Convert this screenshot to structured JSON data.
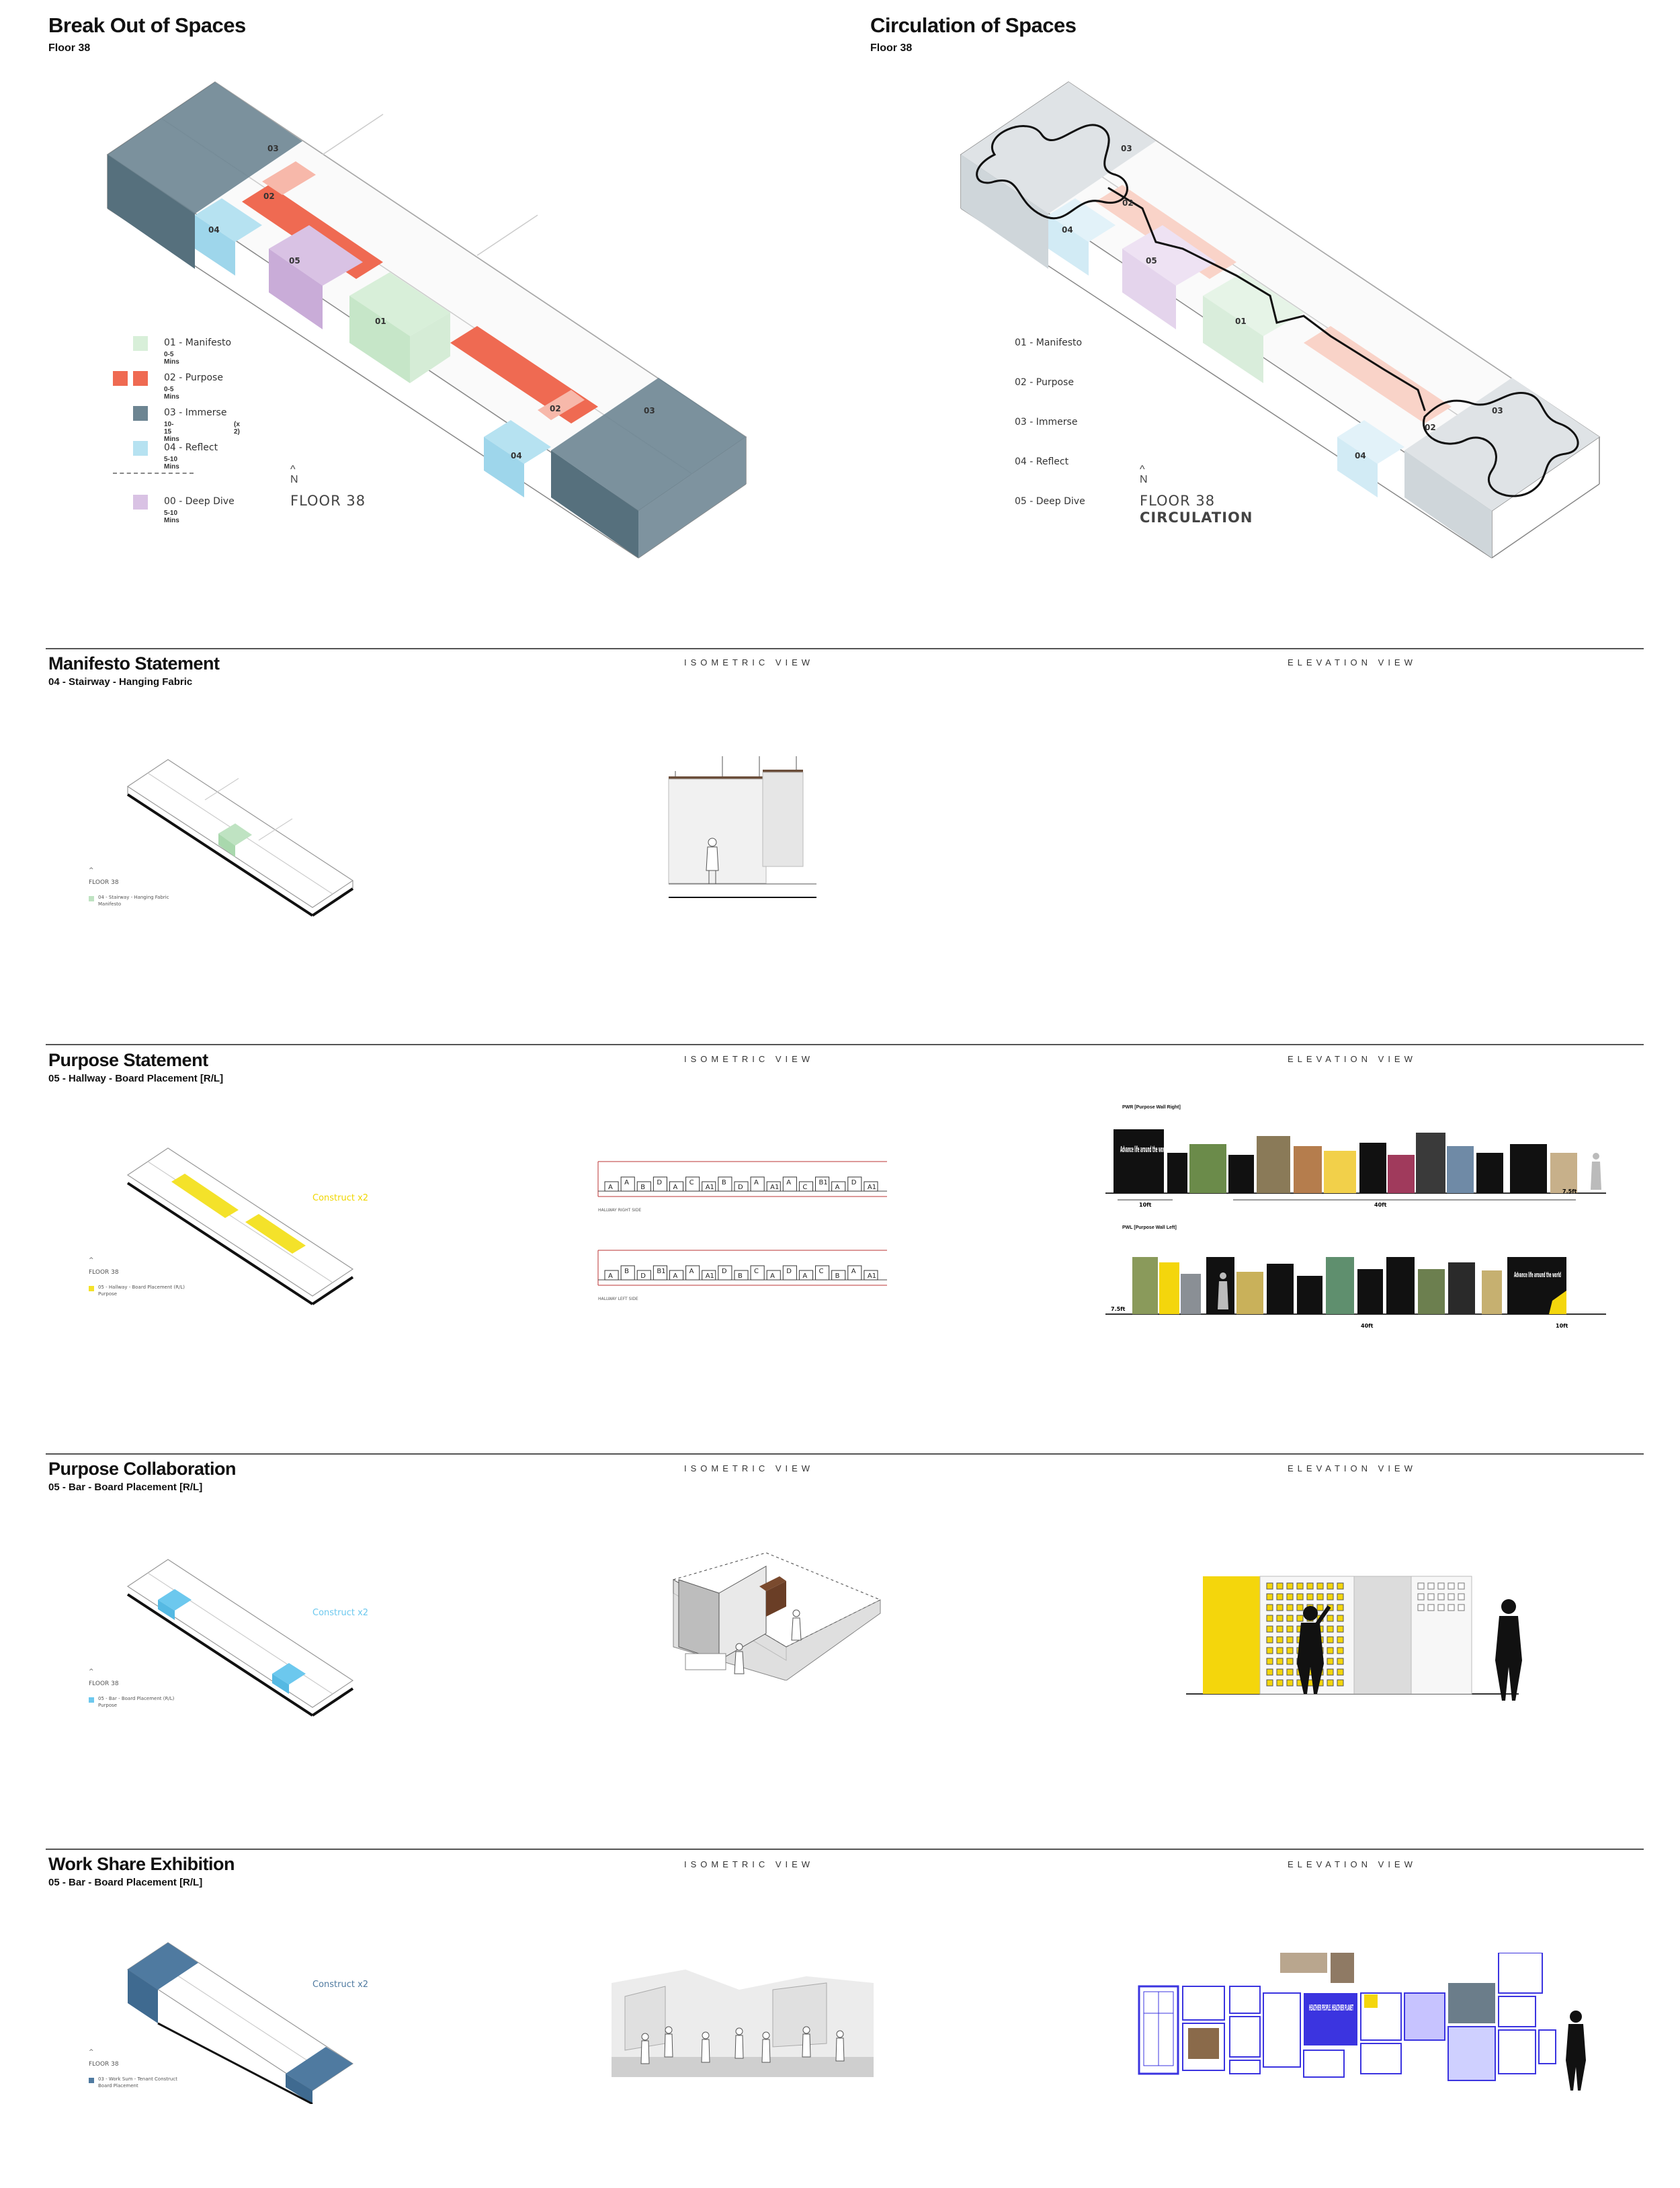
{
  "top": {
    "left": {
      "title": "Break Out of Spaces",
      "subtitle": "Floor 38",
      "legend": [
        {
          "label": "01 - Manifesto",
          "time": "0-5 Mins",
          "color": "#d8efd9"
        },
        {
          "label": "02 - Purpose",
          "time": "0-5 Mins",
          "color": "#ef6a52"
        },
        {
          "label": "03 - Immerse",
          "time": "10-15 Mins",
          "extra": "(x 2)",
          "color": "#6d8592"
        },
        {
          "label": "04 - Reflect",
          "time": "5-10 Mins",
          "color": "#b6e2f1"
        },
        {
          "label": "00 - Deep Dive",
          "time": "5-10 Mins",
          "color": "#d9c2e4"
        }
      ],
      "north": "N",
      "floor": "FLOOR 38",
      "zones": [
        "01",
        "02",
        "03",
        "04",
        "05",
        "02",
        "03",
        "04"
      ]
    },
    "right": {
      "title": "Circulation of Spaces",
      "subtitle": "Floor 38",
      "legend": [
        "01 - Manifesto",
        "02 - Purpose",
        "03 - Immerse",
        "04 - Reflect",
        "05 - Deep Dive"
      ],
      "north": "N",
      "floor": "FLOOR 38",
      "floor_sub": "CIRCULATION",
      "zones": [
        "01",
        "02",
        "03",
        "04",
        "05",
        "02",
        "03",
        "04"
      ]
    }
  },
  "view_labels": {
    "iso": "ISOMETRIC VIEW",
    "elev": "ELEVATION VIEW"
  },
  "sections": [
    {
      "title": "Manifesto Statement",
      "subtitle": "04 - Stairway - Hanging Fabric",
      "floor": "FLOOR 38",
      "legend": "04 - Stairway - Hanging Fabric",
      "legend2": "Manifesto",
      "highlight": "#bfe3c2"
    },
    {
      "title": "Purpose Statement",
      "subtitle": "05 - Hallway - Board Placement [R/L]",
      "floor": "FLOOR 38",
      "legend": "05 - Hallway - Board Placement (R/L)",
      "legend2": "Purpose",
      "highlight": "#f4e22a",
      "construct": "Construct x2",
      "elev_right_label": "PWR [Purpose Wall Right]",
      "elev_left_label": "PWL [Purpose Wall Left]",
      "board_headline": "Advance life around the world",
      "dim_a": "10ft",
      "dim_b": "40ft",
      "height": "7.5ft",
      "hallway_right": "HALLWAY RIGHT SIDE",
      "hallway_left": "HALLWAY LEFT SIDE",
      "boards_right": [
        "A",
        "A",
        "B",
        "D",
        "A",
        "C",
        "A1",
        "B",
        "D",
        "A",
        "A1",
        "A",
        "C",
        "B1",
        "A",
        "D",
        "A1"
      ],
      "boards_left": [
        "A",
        "B",
        "D",
        "B1",
        "A",
        "A",
        "A1",
        "D",
        "B",
        "C",
        "A",
        "D",
        "A",
        "C",
        "B",
        "A",
        "A1"
      ]
    },
    {
      "title": "Purpose Collaboration",
      "subtitle": "05 - Bar - Board Placement [R/L]",
      "floor": "FLOOR 38",
      "legend": "05 - Bar - Board Placement (R/L)",
      "legend2": "Purpose",
      "highlight": "#6cc8ee",
      "construct": "Construct x2"
    },
    {
      "title": "Work Share Exhibition",
      "subtitle": "05 - Bar - Board Placement [R/L]",
      "floor": "FLOOR 38",
      "legend": "03 - Work Sum - Tenant Construct",
      "legend2": "Board Placement",
      "highlight": "#4f7aa0",
      "construct": "Construct x2",
      "poster_text": "HEALTHIER PEOPLE. HEALTHIER PLANET"
    }
  ],
  "colors": {
    "rule": "#555555",
    "purpose_yellow": "#f4d60c",
    "blue_ink": "#3b34e0"
  }
}
